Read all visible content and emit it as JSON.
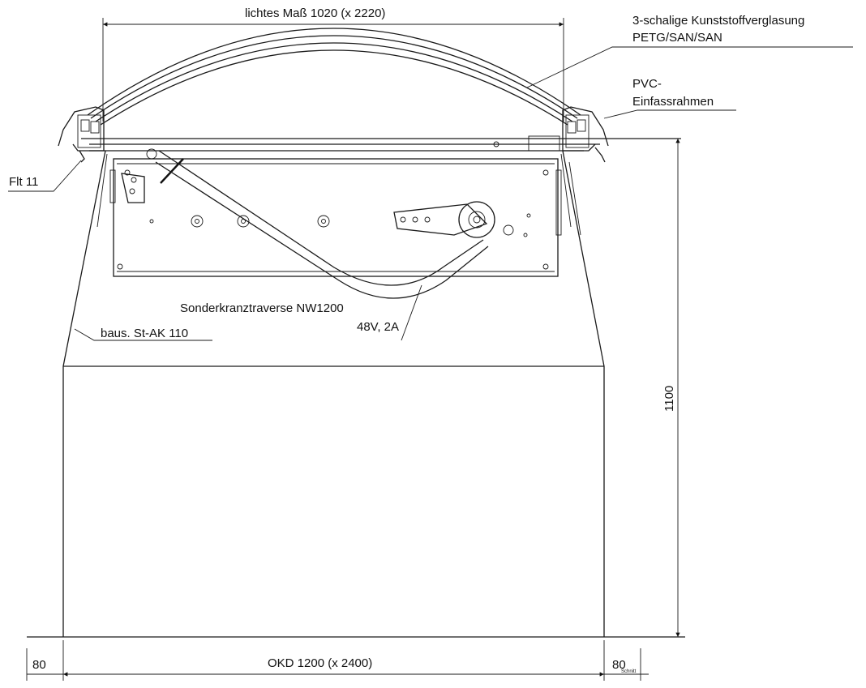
{
  "labels": {
    "clear_width": "lichtes Maß 1020 (x 2220)",
    "glazing_line1": "3-schalige Kunststoffverglasung",
    "glazing_line2": "PETG/SAN/SAN",
    "frame_line1": "PVC-",
    "frame_line2": "Einfassrahmen",
    "flt": "Flt 11",
    "traverse_line1": "Sonderkranztraverse NW1200",
    "traverse_line2": "48V, 2A",
    "curb": "baus. St-AK 110",
    "height": "1100",
    "okd": "OKD 1200 (x 2400)",
    "left_offset": "80",
    "right_offset": "80",
    "tiny_mark": "Schnitt"
  }
}
